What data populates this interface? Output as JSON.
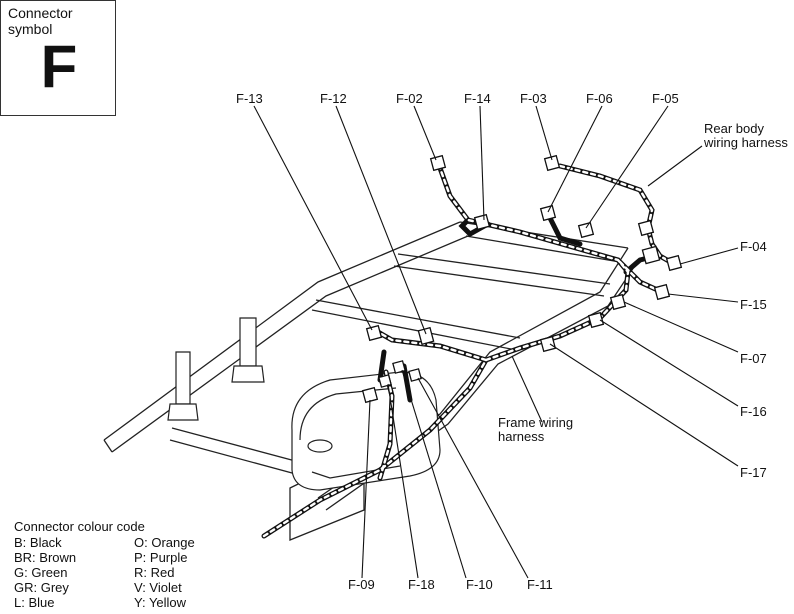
{
  "symbol": {
    "caption": "Connector symbol",
    "letter": "F"
  },
  "connectors": {
    "f13": "F-13",
    "f12": "F-12",
    "f02": "F-02",
    "f14": "F-14",
    "f03": "F-03",
    "f06": "F-06",
    "f05": "F-05",
    "f04": "F-04",
    "f15": "F-15",
    "f07": "F-07",
    "f16": "F-16",
    "f17": "F-17",
    "f09": "F-09",
    "f18": "F-18",
    "f10": "F-10",
    "f11": "F-11"
  },
  "harness_labels": {
    "rear_body": "Rear body wiring harness",
    "frame": "Frame wiring harness"
  },
  "legend": {
    "title": "Connector colour code",
    "left": [
      "B: Black",
      "BR: Brown",
      "G: Green",
      "GR: Grey",
      "L: Blue"
    ],
    "right": [
      "O: Orange",
      "P: Purple",
      "R: Red",
      "V: Violet",
      "Y: Yellow"
    ]
  }
}
